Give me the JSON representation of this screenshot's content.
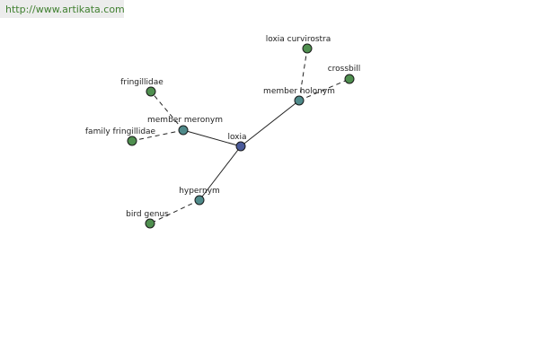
{
  "header": {
    "url": "http://www.artikata.com"
  },
  "colors": {
    "center": "#4a5a9a",
    "relation": "#4f8a8a",
    "leaf": "#4f8f4f"
  },
  "nodes": {
    "loxia": "loxia",
    "member_holonym": "member holonym",
    "loxia_curvirostra": "loxia curvirostra",
    "crossbill": "crossbill",
    "member_meronym": "member meronym",
    "fringillidae": "fringillidae",
    "family_fringillidae": "family fringillidae",
    "hypernym": "hypernym",
    "bird_genus": "bird genus"
  }
}
